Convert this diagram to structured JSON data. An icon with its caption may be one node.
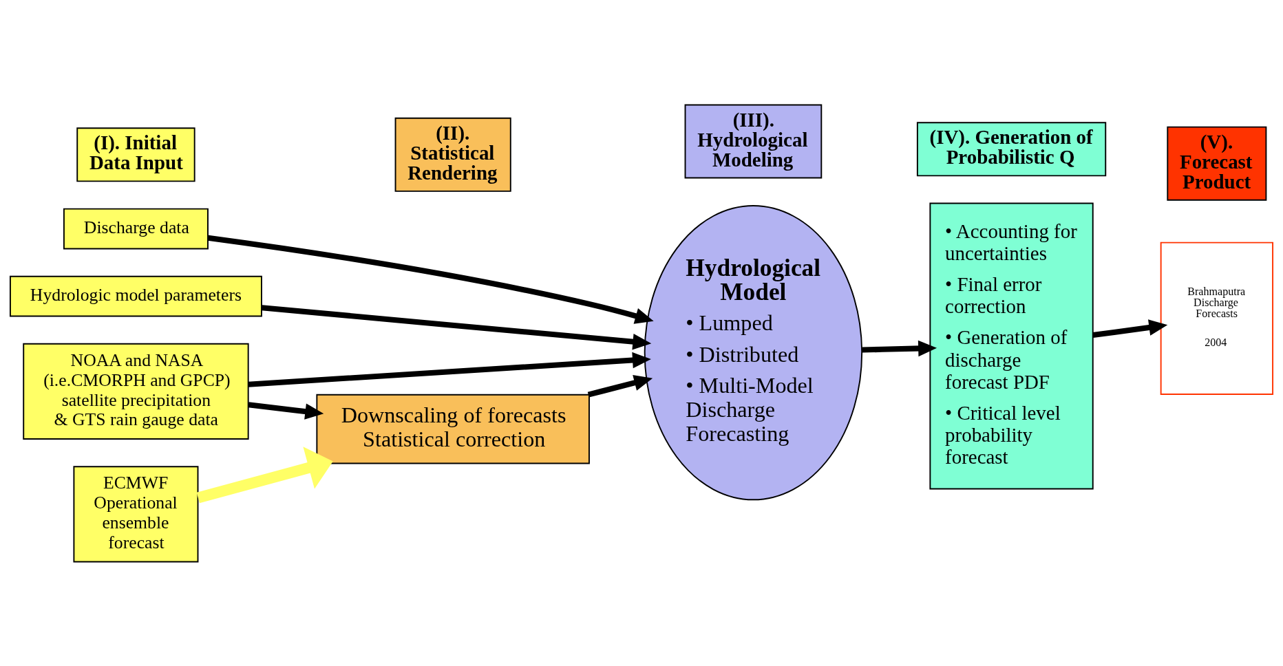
{
  "diagram": {
    "nodes": [
      {
        "text": [
          "(I). Initial Data Input"
        ]
      },
      {
        "text": [
          "(II). Statistical Rendering"
        ]
      },
      {
        "text": [
          "(III). Hydrological Modeling"
        ]
      },
      {
        "text": [
          "(IV). Generation of Probabilistic Q"
        ]
      },
      {
        "text": [
          "(V). Forecast Product"
        ]
      },
      {
        "text": [
          "Discharge data"
        ]
      },
      {
        "text": [
          "Hydrologic model parameters"
        ]
      },
      {
        "text": [
          "NOAA and NASA (i.e.CMORPH and GPCP) satellite precipitation & GTS rain gauge data"
        ]
      },
      {
        "text": [
          "ECMWF Operational ensemble forecast"
        ]
      },
      {
        "text": [
          "Downscaling of forecasts Statistical correction"
        ]
      },
      {
        "text": [
          "Hydrological Model",
          "• Lumped",
          "• Distributed",
          "• Multi-Model Discharge Forecasting"
        ]
      },
      {
        "text": [
          "• Accounting for uncertainties",
          "• Final error correction",
          "• Generation of discharge forecast PDF",
          "• Critical level probability forecast"
        ]
      },
      {
        "text": [
          "Brahmaputra Discharge Forecasts",
          "2004"
        ]
      }
    ],
    "edges": [
      {
        "from": 5,
        "to": 10,
        "arrow": "to"
      },
      {
        "from": 6,
        "to": 10,
        "arrow": "to"
      },
      {
        "from": 7,
        "to": 10,
        "arrow": "to"
      },
      {
        "from": 7,
        "to": 9,
        "arrow": "to"
      },
      {
        "from": 8,
        "to": 9,
        "arrow": "to",
        "style": "thick",
        "color": "#ffff66"
      },
      {
        "from": 9,
        "to": 10,
        "arrow": "to"
      },
      {
        "from": 10,
        "to": 11,
        "arrow": "to"
      },
      {
        "from": 11,
        "to": 12,
        "arrow": "to"
      }
    ]
  }
}
